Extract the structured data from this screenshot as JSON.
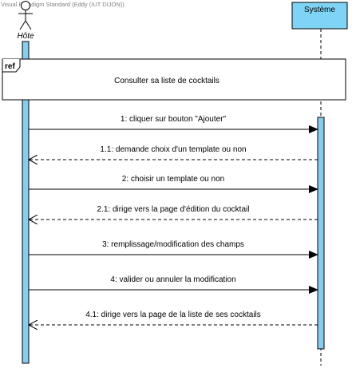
{
  "watermark": "Visual Paradigm Standard (Eddy (IUT DIJON))",
  "lifelines": {
    "actor": {
      "name": "Hôte"
    },
    "system": {
      "name": "Système"
    }
  },
  "ref_fragment": {
    "operator": "ref",
    "text": "Consulter sa liste de cocktails"
  },
  "messages": [
    {
      "label": "1: cliquer sur bouton \"Ajouter\"",
      "kind": "call",
      "from": "actor",
      "to": "system"
    },
    {
      "label": "1.1: demande choix d'un template ou non",
      "kind": "return",
      "from": "system",
      "to": "actor"
    },
    {
      "label": "2: choisir un template ou non",
      "kind": "call",
      "from": "actor",
      "to": "system"
    },
    {
      "label": "2.1: dirige vers la page d'édition du cocktail",
      "kind": "return",
      "from": "system",
      "to": "actor"
    },
    {
      "label": "3: remplissage/modification des champs",
      "kind": "call",
      "from": "actor",
      "to": "system"
    },
    {
      "label": "4: valider ou annuler la modification",
      "kind": "call",
      "from": "actor",
      "to": "system"
    },
    {
      "label": "4.1: dirige vers la page de la liste de ses cocktails",
      "kind": "return",
      "from": "system",
      "to": "actor"
    }
  ],
  "colors": {
    "system_head_fill": "#7fd4f5",
    "activation_fill": "#86cdf0",
    "line": "#000000",
    "lifeline_dash": "#000000"
  }
}
